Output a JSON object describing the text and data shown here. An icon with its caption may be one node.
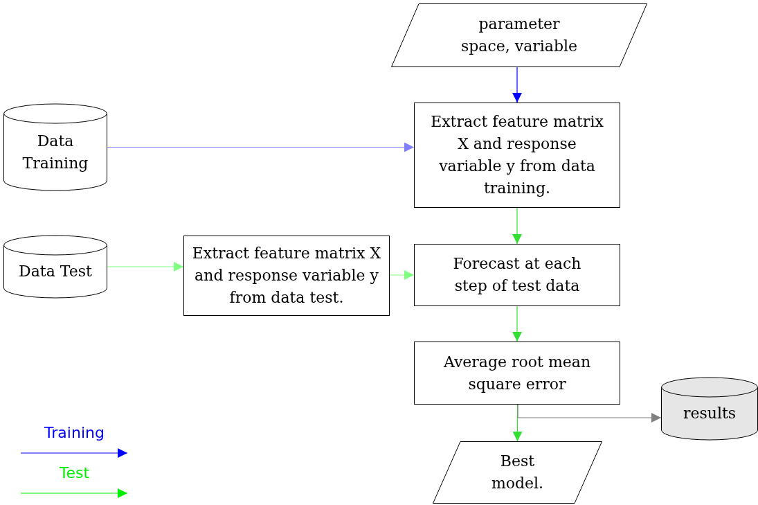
{
  "diagram": {
    "nodes": [
      {
        "text": [
          "parameter space, variable"
        ]
      },
      {
        "text": [
          "Data Training"
        ]
      },
      {
        "text": [
          "Extract feature matrix X and response variable y from data training."
        ]
      },
      {
        "text": [
          "Data Test"
        ]
      },
      {
        "text": [
          "Extract feature matrix X and response variable y from data test."
        ]
      },
      {
        "text": [
          "Forecast at each step of test data"
        ]
      },
      {
        "text": [
          "Average root mean square error"
        ]
      },
      {
        "text": [
          "results"
        ]
      },
      {
        "text": [
          "Best model."
        ]
      }
    ],
    "edges": [
      {
        "from": 0,
        "to": 2,
        "arrow": "to",
        "color": "#0000ff"
      },
      {
        "from": 1,
        "to": 2,
        "arrow": "to",
        "color": "#8080ff"
      },
      {
        "from": 2,
        "to": 5,
        "arrow": "to"
      },
      {
        "from": 3,
        "to": 4,
        "arrow": "to",
        "color": "#80ff80"
      },
      {
        "from": 4,
        "to": 5,
        "arrow": "to",
        "color": "#80ff80"
      },
      {
        "from": 5,
        "to": 6,
        "arrow": "to"
      },
      {
        "from": 6,
        "to": 8,
        "arrow": "to"
      },
      {
        "from": 6,
        "to": 7,
        "arrow": "to",
        "color": "#808080"
      }
    ],
    "legend": [
      {
        "text": "Training"
      },
      {
        "text": "Test"
      }
    ]
  }
}
